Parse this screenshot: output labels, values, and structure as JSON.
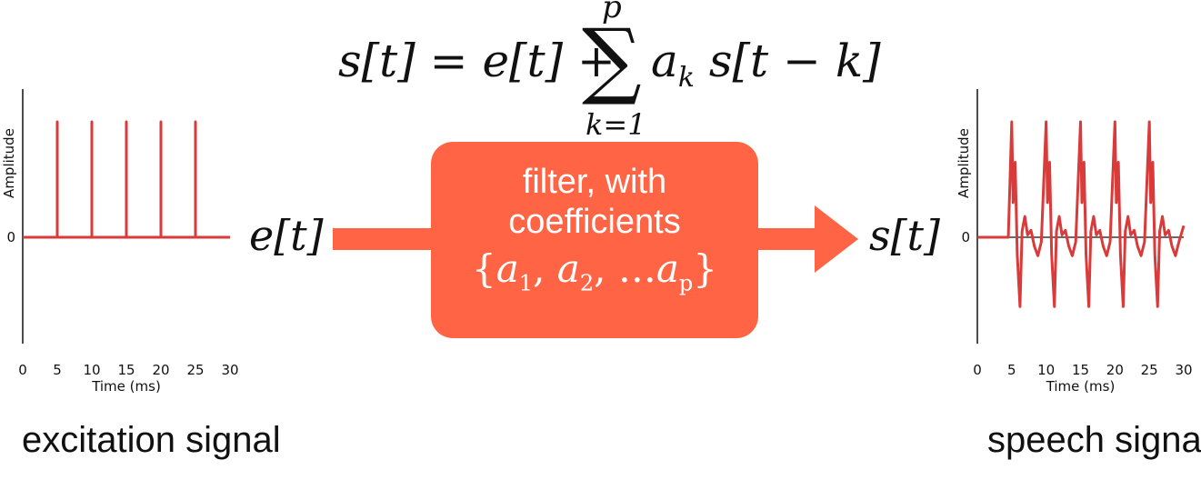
{
  "equation": {
    "lhs": "s[t] = e[t] +",
    "sum_symbol": "∑",
    "upper": "p",
    "lower": "k=1",
    "rhs": "a",
    "rhs_sub": "k",
    "rhs_tail": " s[t − k]"
  },
  "filter": {
    "line1": "filter, with",
    "line2": "coefficients",
    "open": "{",
    "a1": "a",
    "s1": "1",
    "a2": "a",
    "s2": "2",
    "sep": ", ",
    "dots": "…",
    "ap": "a",
    "sp": "p",
    "close": "}",
    "color": "#ff6544"
  },
  "input_label": "e[t]",
  "output_label": "s[t]",
  "captions": {
    "left": "excitation signal",
    "right": "speech signal"
  },
  "chart_data": [
    {
      "type": "line",
      "xlabel": "Time (ms)",
      "ylabel": "Amplitude",
      "xlim": [
        0,
        30
      ],
      "x_ticks": [
        "0",
        "5",
        "10",
        "15",
        "20",
        "25",
        "30"
      ],
      "y_ticks": [
        "0"
      ],
      "series": [
        {
          "x": [
            0,
            5,
            5,
            5,
            10,
            10,
            10,
            15,
            15,
            15,
            20,
            20,
            20,
            25,
            25,
            25,
            30
          ],
          "y": [
            0,
            0,
            1,
            0,
            0,
            1,
            0,
            0,
            1,
            0,
            0,
            1,
            0,
            0,
            1,
            0,
            0
          ],
          "color": "#d93a3a"
        }
      ]
    },
    {
      "type": "line",
      "xlabel": "Time (ms)",
      "ylabel": "Amplitude",
      "xlim": [
        0,
        30
      ],
      "x_ticks": [
        "0",
        "5",
        "10",
        "15",
        "20",
        "25",
        "30"
      ],
      "y_ticks": [
        "0"
      ],
      "series": [
        {
          "x": [
            0,
            4.5,
            5,
            5.2,
            5.5,
            5.8,
            6.2,
            6.5,
            6.9,
            7.3,
            7.8,
            8.3,
            8.8,
            9.3,
            10,
            10.2,
            10.5,
            10.8,
            11.2,
            11.5,
            11.9,
            12.3,
            12.8,
            13.3,
            13.8,
            14.3,
            15,
            15.2,
            15.5,
            15.8,
            16.2,
            16.5,
            16.9,
            17.3,
            17.8,
            18.3,
            18.8,
            19.3,
            20,
            20.2,
            20.5,
            20.8,
            21.2,
            21.5,
            21.9,
            22.3,
            22.8,
            23.3,
            23.8,
            24.3,
            25,
            25.2,
            25.5,
            25.8,
            26.2,
            26.5,
            26.9,
            27.3,
            27.8,
            28.3,
            28.8,
            29.3,
            30
          ],
          "y": [
            0,
            0,
            1,
            0.3,
            0.65,
            -0.15,
            -0.6,
            0.05,
            0.18,
            0.02,
            0.06,
            -0.08,
            -0.16,
            -0.04,
            1,
            0.3,
            0.65,
            -0.15,
            -0.6,
            0.05,
            0.18,
            0.02,
            0.06,
            -0.08,
            -0.16,
            -0.04,
            1,
            0.3,
            0.65,
            -0.15,
            -0.6,
            0.05,
            0.18,
            0.02,
            0.06,
            -0.08,
            -0.16,
            -0.04,
            1,
            0.3,
            0.65,
            -0.15,
            -0.6,
            0.05,
            0.18,
            0.02,
            0.06,
            -0.08,
            -0.16,
            -0.04,
            1,
            0.3,
            0.65,
            -0.15,
            -0.6,
            0.05,
            0.18,
            0.02,
            0.06,
            -0.08,
            -0.16,
            -0.04,
            0.1
          ],
          "color": "#d93a3a"
        }
      ]
    }
  ]
}
